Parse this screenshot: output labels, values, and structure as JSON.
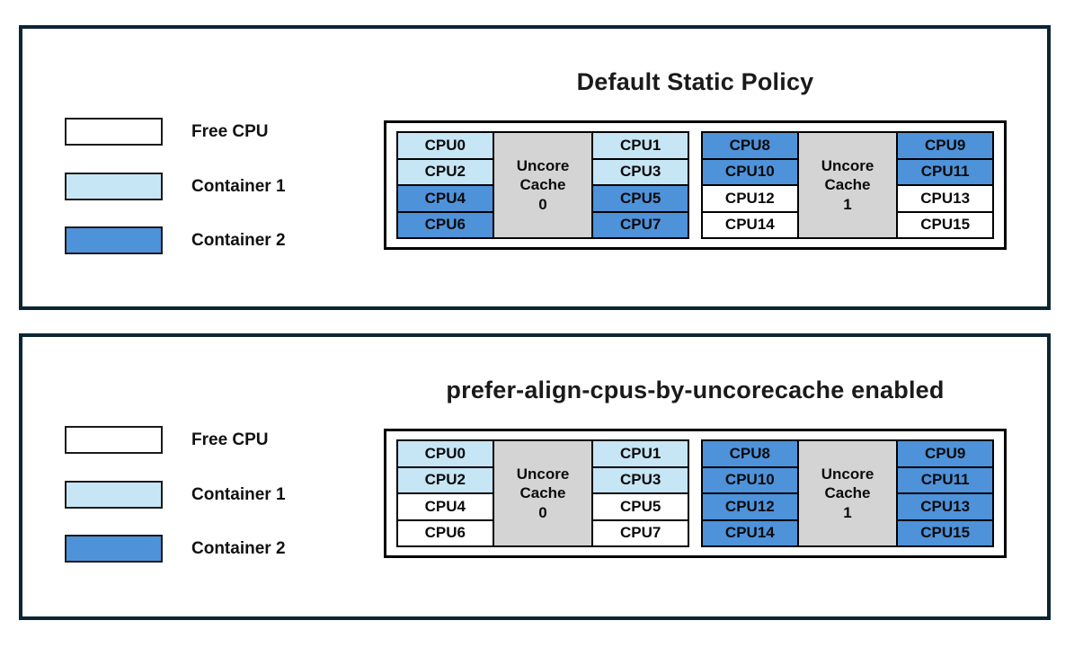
{
  "colors": {
    "free": "#FFFFFF",
    "container1": "#C6E5F5",
    "container2": "#4E92DA",
    "cache": "#D4D4D4",
    "panel_border": "#0C2533"
  },
  "legend": [
    {
      "label": "Free CPU",
      "fill": "free"
    },
    {
      "label": "Container 1",
      "fill": "container1"
    },
    {
      "label": "Container 2",
      "fill": "container2"
    }
  ],
  "panels": [
    {
      "title": "Default Static Policy",
      "groups": [
        {
          "cache": [
            "Uncore",
            "Cache",
            "0"
          ],
          "left": [
            {
              "label": "CPU0",
              "fill": "container1"
            },
            {
              "label": "CPU2",
              "fill": "container1"
            },
            {
              "label": "CPU4",
              "fill": "container2"
            },
            {
              "label": "CPU6",
              "fill": "container2"
            }
          ],
          "right": [
            {
              "label": "CPU1",
              "fill": "container1"
            },
            {
              "label": "CPU3",
              "fill": "container1"
            },
            {
              "label": "CPU5",
              "fill": "container2"
            },
            {
              "label": "CPU7",
              "fill": "container2"
            }
          ]
        },
        {
          "cache": [
            "Uncore",
            "Cache",
            "1"
          ],
          "left": [
            {
              "label": "CPU8",
              "fill": "container2"
            },
            {
              "label": "CPU10",
              "fill": "container2"
            },
            {
              "label": "CPU12",
              "fill": "free"
            },
            {
              "label": "CPU14",
              "fill": "free"
            }
          ],
          "right": [
            {
              "label": "CPU9",
              "fill": "container2"
            },
            {
              "label": "CPU11",
              "fill": "container2"
            },
            {
              "label": "CPU13",
              "fill": "free"
            },
            {
              "label": "CPU15",
              "fill": "free"
            }
          ]
        }
      ]
    },
    {
      "title": "prefer-align-cpus-by-uncorecache enabled",
      "groups": [
        {
          "cache": [
            "Uncore",
            "Cache",
            "0"
          ],
          "left": [
            {
              "label": "CPU0",
              "fill": "container1"
            },
            {
              "label": "CPU2",
              "fill": "container1"
            },
            {
              "label": "CPU4",
              "fill": "free"
            },
            {
              "label": "CPU6",
              "fill": "free"
            }
          ],
          "right": [
            {
              "label": "CPU1",
              "fill": "container1"
            },
            {
              "label": "CPU3",
              "fill": "container1"
            },
            {
              "label": "CPU5",
              "fill": "free"
            },
            {
              "label": "CPU7",
              "fill": "free"
            }
          ]
        },
        {
          "cache": [
            "Uncore",
            "Cache",
            "1"
          ],
          "left": [
            {
              "label": "CPU8",
              "fill": "container2"
            },
            {
              "label": "CPU10",
              "fill": "container2"
            },
            {
              "label": "CPU12",
              "fill": "container2"
            },
            {
              "label": "CPU14",
              "fill": "container2"
            }
          ],
          "right": [
            {
              "label": "CPU9",
              "fill": "container2"
            },
            {
              "label": "CPU11",
              "fill": "container2"
            },
            {
              "label": "CPU13",
              "fill": "container2"
            },
            {
              "label": "CPU15",
              "fill": "container2"
            }
          ]
        }
      ]
    }
  ]
}
